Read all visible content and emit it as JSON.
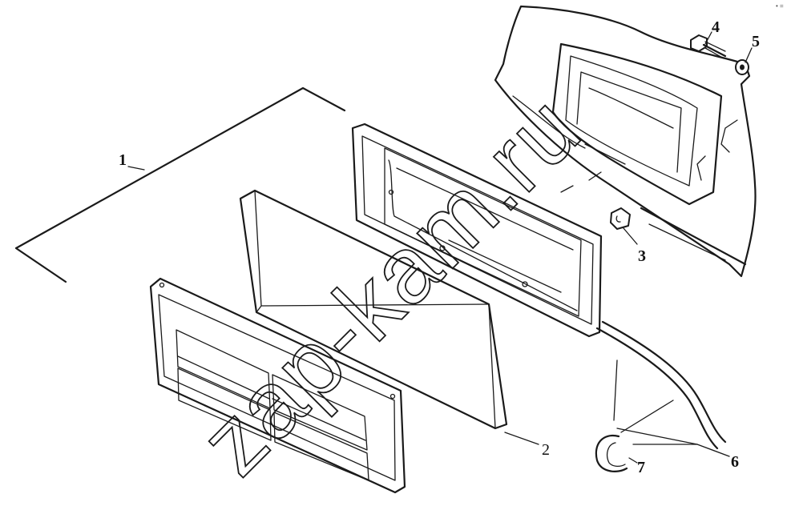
{
  "callouts": [
    {
      "id": "1",
      "text": "1"
    },
    {
      "id": "2",
      "text": "2"
    },
    {
      "id": "3",
      "text": "3"
    },
    {
      "id": "4",
      "text": "4"
    },
    {
      "id": "5",
      "text": "5"
    },
    {
      "id": "6",
      "text": "6"
    },
    {
      "id": "7",
      "text": "7"
    }
  ],
  "watermark": "zap-kam.ru",
  "corner_mark": "• ="
}
